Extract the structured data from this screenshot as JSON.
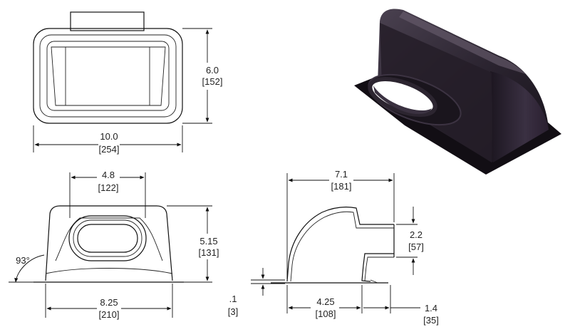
{
  "top_view": {
    "width": {
      "in": "10.0",
      "mm": "[254]"
    },
    "height": {
      "in": "6.0",
      "mm": "[152]"
    }
  },
  "front_view": {
    "opening_width": {
      "in": "4.8",
      "mm": "[122]"
    },
    "height": {
      "in": "5.15",
      "mm": "[131]"
    },
    "base_width": {
      "in": "8.25",
      "mm": "[210]"
    },
    "side_angle": "93°"
  },
  "side_view": {
    "length": {
      "in": "7.1",
      "mm": "[181]"
    },
    "opening_height": {
      "in": "2.2",
      "mm": "[57]"
    },
    "thickness": {
      "in": ".1",
      "mm": "[3]"
    },
    "body_length": {
      "in": "4.25",
      "mm": "[108]"
    },
    "outlet_offset": {
      "in": "1.4",
      "mm": "[35]"
    }
  },
  "colors": {
    "render_body": "#2b2430",
    "render_shadow": "#0f0c12",
    "render_highlight": "#5a4f60",
    "line": "#111111"
  }
}
